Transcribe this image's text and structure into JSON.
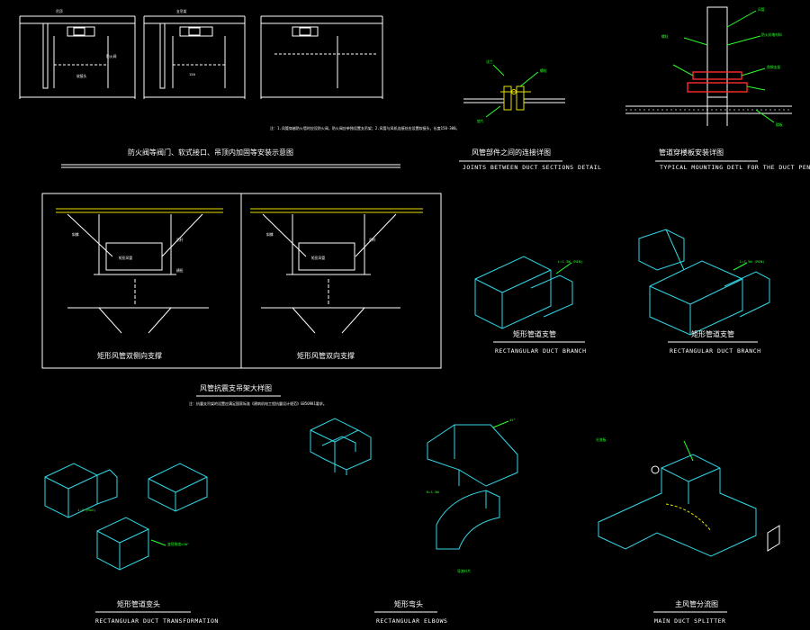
{
  "drawing": {
    "background": "#000000",
    "colors": {
      "line": "#ffffff",
      "duct": "#33d6e6",
      "annotation": "#2aff2a",
      "accent": "#ff2a2a"
    },
    "details": [
      {
        "id": "fire-damper",
        "title_zh": "防火阀等阀门、软式接口、吊顶内加固等安装示意图",
        "title_en": ""
      },
      {
        "id": "duct-joint",
        "title_zh": "风管部件之间的连接详图",
        "title_en": "JOINTS BETWEEN DUCT SECTIONS DETAIL"
      },
      {
        "id": "floor-slab",
        "title_zh": "管道穿楼板安装详图",
        "title_en": "TYPICAL MOUNTING DETL FOR THE DUCT PENETRATING THE FLOOR SLAB"
      },
      {
        "id": "duct-support-a",
        "title_zh": "矩形风管双侧向支撑",
        "title_en": ""
      },
      {
        "id": "duct-support-b",
        "title_zh": "矩形风管双向支撑",
        "title_en": ""
      },
      {
        "id": "support-group",
        "title_zh": "风管抗震支吊架大样图",
        "title_en": ""
      },
      {
        "id": "branch-1",
        "title_zh": "矩形管道支管",
        "title_en": "RECTANGULAR DUCT BRANCH"
      },
      {
        "id": "branch-2",
        "title_zh": "矩形管道支管",
        "title_en": "RECTANGULAR DUCT BRANCH"
      },
      {
        "id": "transformation",
        "title_zh": "矩形管道变头",
        "title_en": "RECTANGULAR DUCT TRANSFORMATION"
      },
      {
        "id": "elbows",
        "title_zh": "矩形弯头",
        "title_en": "RECTANGULAR ELBOWS"
      },
      {
        "id": "splitter",
        "title_zh": "主风管分流图",
        "title_en": "MAIN DUCT SPLITTER"
      }
    ],
    "notes": {
      "fire_damper": "注：1.风管穿越防火墙时应设防火阀，防火阀应单独设置支吊架；2.风管与风机连接处应设置软接头，长度150-300。",
      "support_group": "注：抗震支吊架的设置应满足国家标准《建筑机电工程抗震设计规范》GB50981要求。"
    },
    "labels": {
      "l1": "吊顶",
      "l2": "防火阀",
      "l3": "软接头",
      "l4": "支吊架",
      "l5": "150",
      "l6": "法兰",
      "l7": "螺栓",
      "l8": "垫片",
      "l9": "风管",
      "l10": "楼板",
      "l11": "防火封堵材料",
      "l12": "角钢支架",
      "l13": "吊杆",
      "l14": "斜撑",
      "l15": "横担",
      "l16": "矩形风管",
      "l17": "L=1.5W (MIN)",
      "l18": "45°",
      "l19": "R=1.5W",
      "l20": "导流叶片",
      "l21": "变径角度≤30°",
      "l22": "1:4 (MAX)",
      "l23": "分流板"
    }
  }
}
